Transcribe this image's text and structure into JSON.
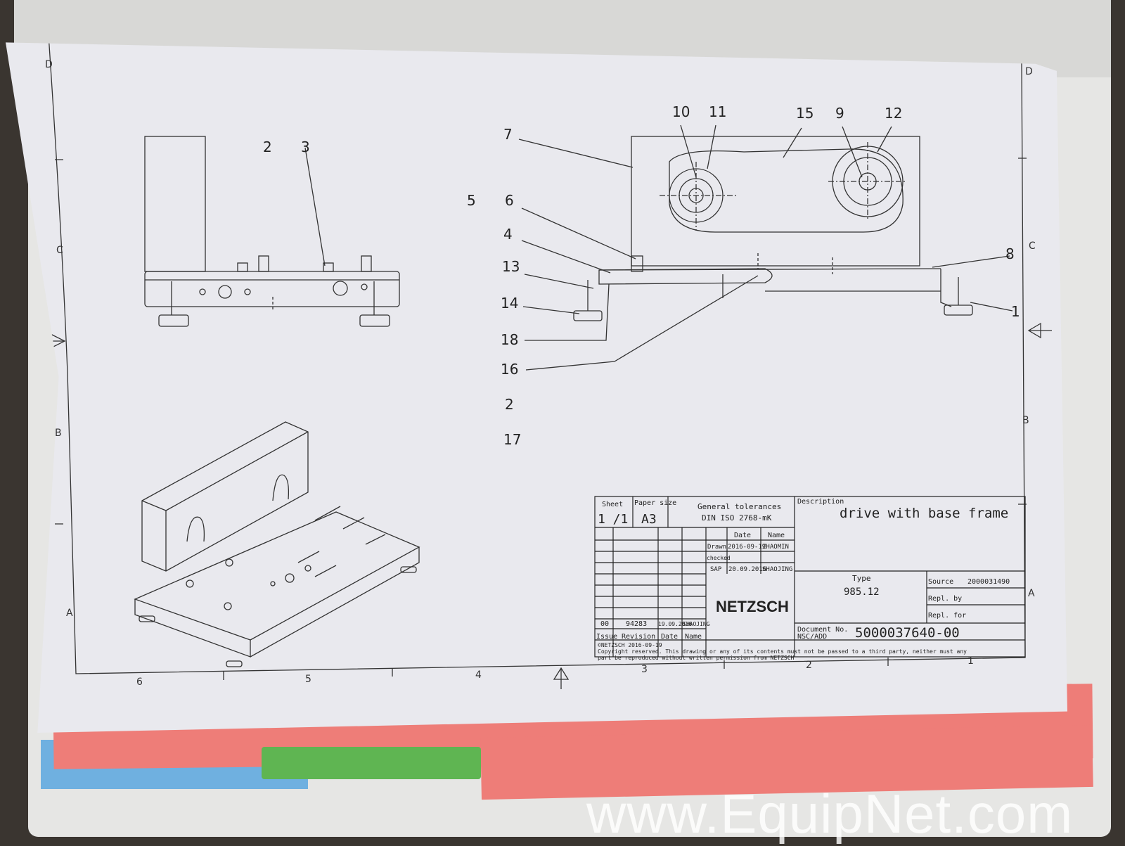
{
  "drawing": {
    "callouts": [
      "2",
      "3",
      "7",
      "10",
      "11",
      "15",
      "9",
      "12",
      "5",
      "6",
      "4",
      "13",
      "14",
      "18",
      "16",
      "2",
      "17",
      "8",
      "1"
    ],
    "zone_letters": {
      "top": "D",
      "c": "C",
      "b": "B",
      "a": "A"
    },
    "zone_numbers": [
      "6",
      "5",
      "4",
      "3",
      "2",
      "1"
    ]
  },
  "title_block": {
    "sheet_label": "Sheet",
    "sheet_value": "1 /1",
    "paper_size_label": "Paper size",
    "paper_size_value": "A3",
    "tolerances_title": "General tolerances",
    "tolerances_value": "DIN ISO 2768-mK",
    "description_label": "Description",
    "description_value": "drive with base frame",
    "date_label": "Date",
    "name_label": "Name",
    "drawn_label": "Drawn",
    "drawn_date": "2016-09-19",
    "drawn_name": "ZHAOMIN",
    "checked_label": "checked",
    "sap_label": "SAP",
    "sap_date": "20.09.2016",
    "sap_name": "SHAOJING",
    "type_label": "Type",
    "type_value": "985.12",
    "source_label": "Source",
    "source_value": "2000031490",
    "repl_by_label": "Repl. by",
    "repl_for_label": "Repl. for",
    "company": "NETZSCH",
    "issue_value": "00",
    "revision_value": "94283",
    "revision_date": "19.09.2016",
    "revision_name": "SHAOJING",
    "issue_label": "Issue",
    "revision_label": "Revision",
    "date_col_label": "Date",
    "name_col_label": "Name",
    "doc_no_label": "Document No.",
    "nsc_label": "NSC/ADD",
    "doc_no_value": "5000037640-00",
    "copyright_line1": "©NETZSCH 2016-09-19",
    "copyright_line2": "Copyright reserved. This drawing or any of its contents must not be passed to a third party, neither must any",
    "copyright_line3": "part be reproduced without written permission from NETZSCH"
  },
  "watermark": "www.EquipNet.com"
}
